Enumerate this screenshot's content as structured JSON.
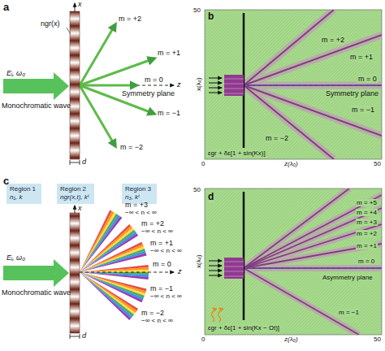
{
  "diagram": {
    "nodes": [
      {
        "text": [
          "Region 1",
          "n₁, k"
        ]
      },
      {
        "text": [
          "Region 2",
          "ngr(x,t), kᵗ"
        ]
      },
      {
        "text": [
          "Region 3",
          "n₃, kᵗ"
        ]
      }
    ],
    "labels": [
      "a",
      "x",
      "ngr(x)",
      "m = +2",
      "m = +1",
      "m = 0",
      "Symmetry plane",
      "z",
      "m = −1",
      "m = −2",
      "Eᵢ, ω₀",
      "Monochromatic wave",
      "d",
      "b",
      "50",
      "x(λ₀)",
      "m = +2",
      "m = +1",
      "m = 0",
      "Symmetry plane",
      "m = −1",
      "m = −2",
      "εgr + δε[1 + sin(Kx)]",
      "0",
      "z(λ₀)",
      "50",
      "c",
      "x",
      "m = +3",
      "−∞ < n < ∞",
      "m = +2",
      "−∞ < n < ∞",
      "m = +1",
      "−∞ < n < ∞",
      "m = 0",
      "z",
      "m = −1",
      "−∞ < n < ∞",
      "m = −2",
      "−∞ < n < ∞",
      "Eᵢ, ω₀",
      "Monochromatic wave",
      "d",
      "d",
      "50",
      "x(λ₀)",
      "m = +5",
      "m = +4",
      "m = +3",
      "m = +2",
      "m = +1",
      "m = 0",
      "Asymmetry plane",
      "m = −1",
      "εgr + δε[1 + sin(Kx − Ωt)]",
      "0",
      "z(λ₀)",
      "50"
    ]
  }
}
